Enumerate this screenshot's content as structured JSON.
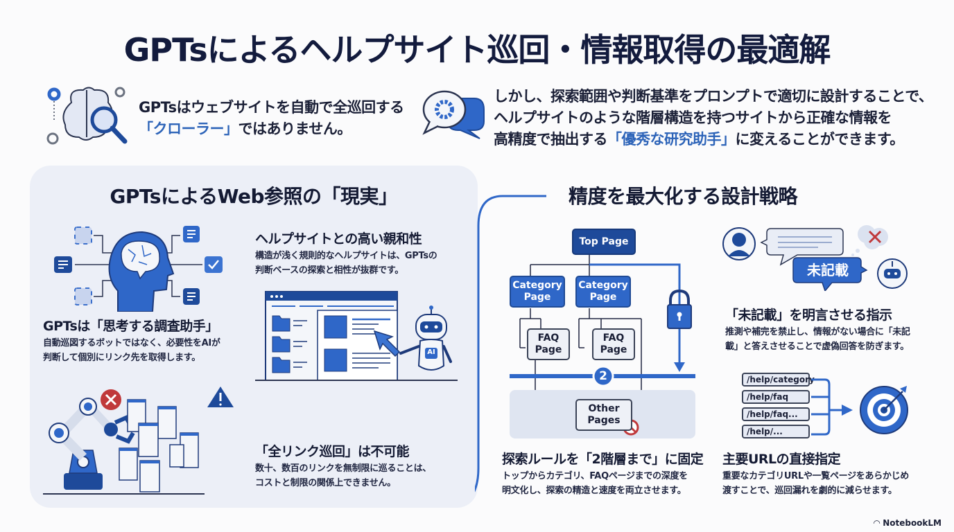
{
  "title": "GPTsによるヘルプサイト巡回・情報取得の最適解",
  "intro": {
    "left": {
      "line1": "GPTsはウェブサイトを自動で全巡回する",
      "highlight": "「クローラー」",
      "line2_rest": "ではありません。"
    },
    "right": {
      "line1": "しかし、探索範囲や判断基準をプロンプトで適切に設計することで、",
      "line2": "ヘルプサイトのような階層構造を持つサイトから正確な情報を",
      "line3_pre": "高精度で抽出する",
      "highlight": "「優秀な研究助手」",
      "line3_post": "に変えることができます。"
    }
  },
  "left_panel": {
    "title": "GPTsによるWeb参照の「現実」",
    "sections": [
      {
        "heading": "ヘルプサイトとの高い親和性",
        "body_lines": [
          "構造が浅く規則的なヘルプサイトは、GPTsの",
          "判断ベースの探索と相性が抜群です。"
        ]
      },
      {
        "heading": "GPTsは「思考する調査助手」",
        "body_lines": [
          "自動巡図するボットではなく、必要性をAIが",
          "判断して個別にリンク先を取得します。"
        ]
      },
      {
        "heading": "「全リンク巡回」は不可能",
        "body_lines": [
          "数十、数百のリンクを無制限に巡ることは、",
          "コストと制限の関係上できません。"
        ]
      }
    ],
    "robot_badge": "AI"
  },
  "right_panel": {
    "title": "精度を最大化する設計戦略",
    "diagram": {
      "top": "Top Page",
      "category_1": "Category Page",
      "category_2": "Category Page",
      "faq_1": "FAQ Page",
      "faq_2": "FAQ Page",
      "depth_badge": "2",
      "other": "Other Pages"
    },
    "sections": [
      {
        "heading": "探索ルールを「2階層まで」に固定",
        "body_lines": [
          "トップからカテゴリ、FAQページまでの深度を",
          "明文化し、探索の精造と速度を両立させます。"
        ]
      },
      {
        "heading": "「未記載」を明言させる指示",
        "body_lines": [
          "推測や補完を禁止し、情報がない場合に「未記",
          "載」と答えさせることで虚偽回答を防ぎます。"
        ]
      },
      {
        "heading": "主要URLの直接指定",
        "body_lines": [
          "重要なカテゴリURLや一覧ページをあらかじめ",
          "渡すことで、巡回漏れを劇的に減らせます。"
        ]
      }
    ],
    "bubble_label": "未記載",
    "user_badge": "?",
    "urls": [
      "/help/category",
      "/help/faq",
      "/help/faq...",
      "/help/..."
    ]
  },
  "brand": "NotebookLM",
  "colors": {
    "primary": "#2f67c8",
    "dark": "#1e4a9a",
    "title": "#131b3d",
    "alert": "#c0393b",
    "panel_bg": "#eceff7"
  }
}
